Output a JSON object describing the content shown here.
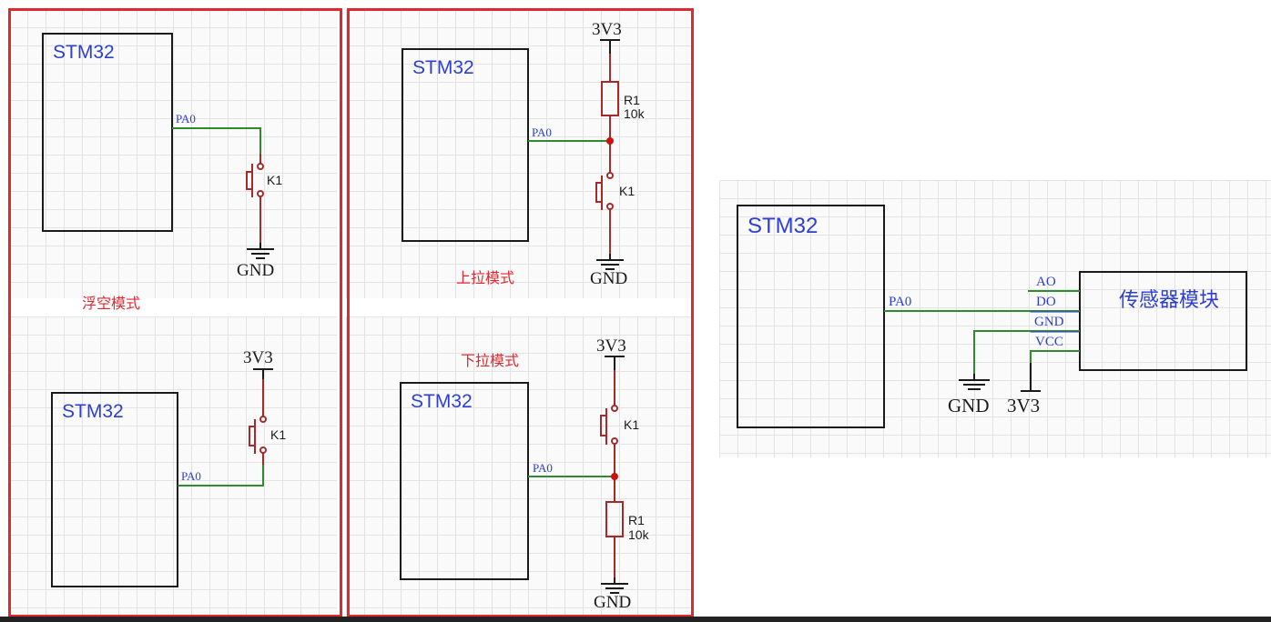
{
  "colors": {
    "frame": "#e0282f",
    "wire": "#2e8b2e",
    "component": "#a52a2a",
    "junction": "#cc1111",
    "label_blue": "#2c3fd1"
  },
  "labels": {
    "mcu": "STM32",
    "pin": "PA0",
    "switch": "K1",
    "resistor_ref": "R1",
    "resistor_val": "10k",
    "gnd": "GND",
    "vcc_3v3": "3V3"
  },
  "modes": {
    "floating": "浮空模式",
    "pull_up": "上拉模式",
    "pull_down": "下拉模式"
  },
  "sensor": {
    "title": "传感器模块",
    "pins": [
      "AO",
      "DO",
      "GND",
      "VCC"
    ]
  },
  "icons": [
    "ground-symbol-icon",
    "power-rail-icon",
    "push-button-switch-icon",
    "resistor-icon",
    "junction-dot-icon"
  ]
}
